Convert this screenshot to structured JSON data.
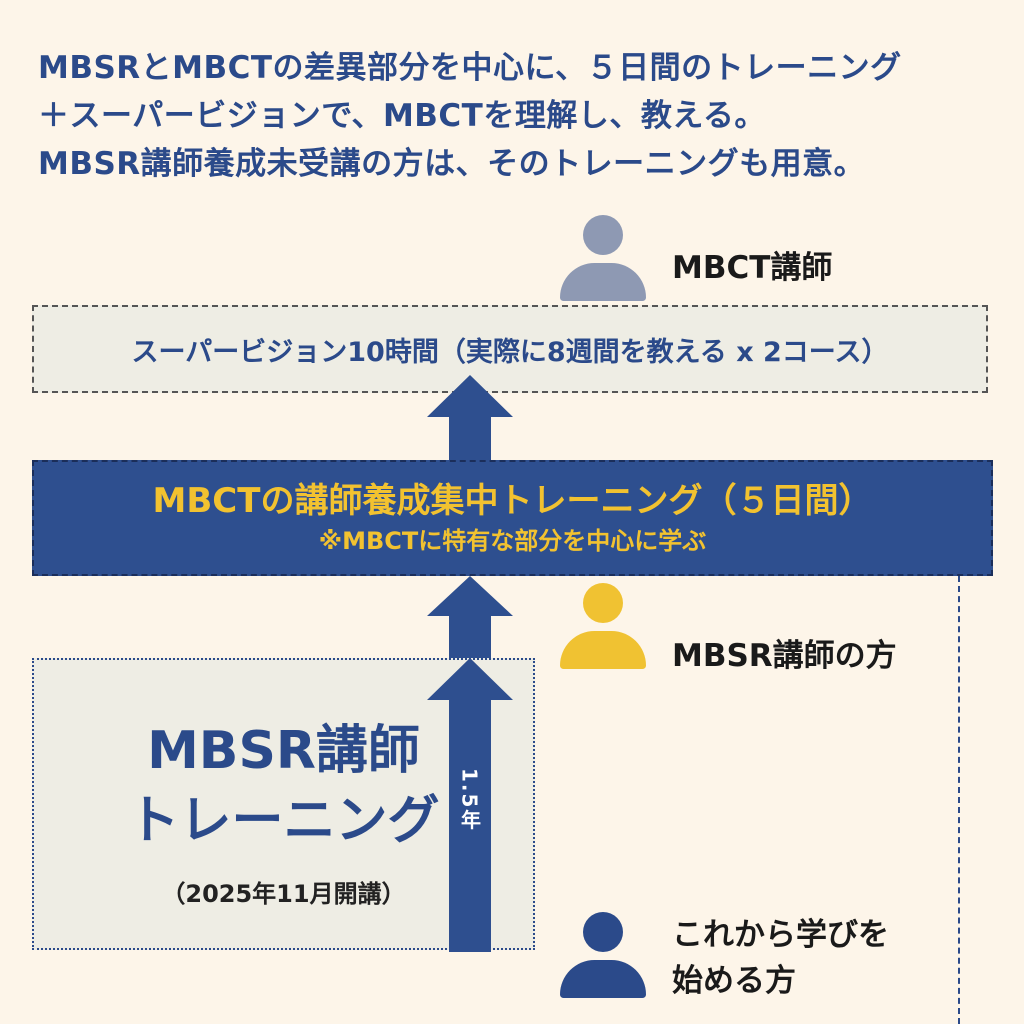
{
  "intro": {
    "line1": "MBSRとMBCTの差異部分を中心に、５日間のトレーニング",
    "line2": "＋スーパービジョンで、MBCTを理解し、教える。",
    "line3": "MBSR講師養成未受講の方は、そのトレーニングも用意。"
  },
  "persons": [
    {
      "label": "MBCT講師",
      "color": "#8e99b3",
      "icon": "person-icon"
    },
    {
      "label": "MBSR講師の方",
      "color": "#f0c232",
      "icon": "person-icon"
    },
    {
      "label_line1": "これから学びを",
      "label_line2": "始める方",
      "color": "#2b4a8a",
      "icon": "person-icon"
    }
  ],
  "supervision": {
    "text": "スーパービジョン10時間（実際に8週間を教える x 2コース）"
  },
  "intensive": {
    "title": "MBCTの講師養成集中トレーニング（５日間）",
    "subtitle": "※MBCTに特有な部分を中心に学ぶ"
  },
  "mbsr": {
    "line1": "MBSR講師",
    "line2": "トレーニング",
    "note": "（2025年11月開講）",
    "duration": "1.5年"
  },
  "colors": {
    "background": "#fdf5e9",
    "navy": "#2e4f8f",
    "accent_yellow": "#f2c230",
    "pale_box": "#eeede4"
  }
}
